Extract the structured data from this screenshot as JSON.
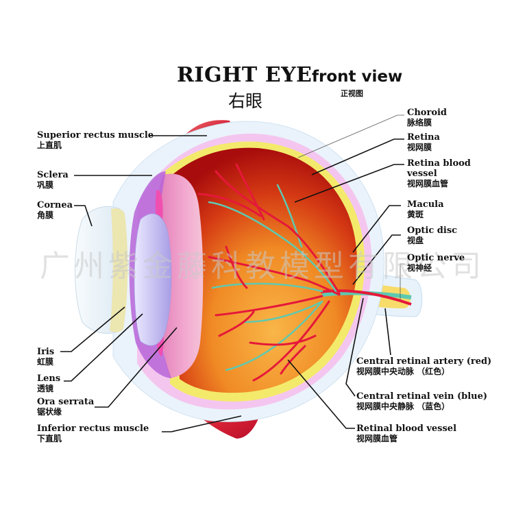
{
  "title": {
    "main": "RIGHT EYE",
    "sub": "front  view",
    "main_cn": "右眼",
    "sub_cn": "正视图"
  },
  "watermark": "广州紫金藤科教模型有限公司",
  "colors": {
    "vitreous_top": "#b31010",
    "vitreous_bottom": "#f7a531",
    "retina_yellow": "#f3ea6c",
    "choroid_pink": "#f4c6ef",
    "sclera": "#eaf3fb",
    "muscle_red": "#d8283c",
    "artery_red": "#e5183a",
    "vein_teal": "#5ec9b0",
    "lens": "#cfcaf5",
    "cornea": "#f3f8fb",
    "optic_nerve": "#f7dc6a"
  },
  "labels_left": [
    {
      "en": "Superior rectus muscle",
      "cn": "上直肌"
    },
    {
      "en": "Sclera",
      "cn": "巩膜"
    },
    {
      "en": "Cornea",
      "cn": "角膜"
    },
    {
      "en": "Iris",
      "cn": "虹膜"
    },
    {
      "en": "Lens",
      "cn": "透镜"
    },
    {
      "en": "Ora serrata",
      "cn": "锯状缘"
    },
    {
      "en": "Inferior rectus muscle",
      "cn": "下直肌"
    }
  ],
  "labels_right": [
    {
      "en": "Choroid",
      "cn": "脉络膜"
    },
    {
      "en": "Retina",
      "cn": "视网膜"
    },
    {
      "en": "Retina blood",
      "en2": "vessel",
      "cn": "视网膜血管"
    },
    {
      "en": "Macula",
      "cn": "黄斑"
    },
    {
      "en": "Optic disc",
      "cn": "视盘"
    },
    {
      "en": "Optic nerve",
      "cn": "视神经"
    },
    {
      "en": "Central retinal artery (red)",
      "cn": "视网膜中央动脉 （红色）"
    },
    {
      "en": "Central retinal vein (blue)",
      "cn": "视网膜中央静脉 （蓝色）"
    },
    {
      "en": "Retinal blood vessel",
      "cn": "视网膜血管"
    }
  ]
}
